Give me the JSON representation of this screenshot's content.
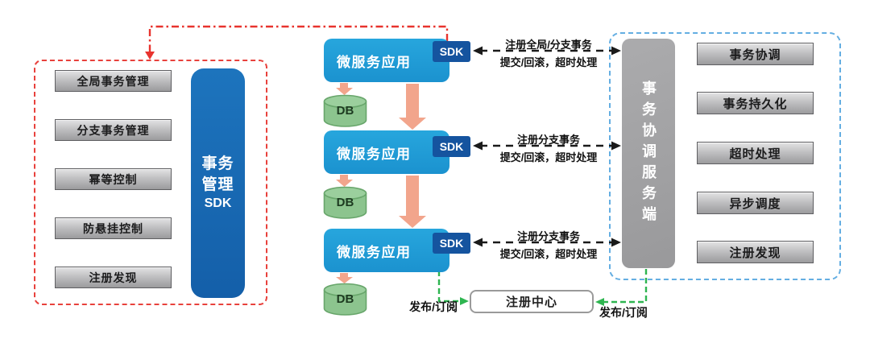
{
  "left_panel": {
    "modules": [
      "全局事务管理",
      "分支事务管理",
      "幂等控制",
      "防悬挂控制",
      "注册发现"
    ],
    "sdk": {
      "line1": "事务",
      "line2": "管理",
      "line3": "SDK"
    }
  },
  "middle": {
    "app_label": "微服务应用",
    "sdk_badge": "SDK",
    "db_label": "DB"
  },
  "right_panel": {
    "server_label": "事务协调服务端",
    "modules": [
      "事务协调",
      "事务持久化",
      "超时处理",
      "异步调度",
      "注册发现"
    ]
  },
  "links": {
    "arrow_global": {
      "line1": "注册全局/分支事务",
      "line2": "提交/回滚，超时处理"
    },
    "arrow_branch_1": {
      "line1": "注册分支事务",
      "line2": "提交/回滚，超时处理"
    },
    "arrow_branch_2": {
      "line1": "注册分支事务",
      "line2": "提交/回滚，超时处理"
    },
    "registry_label": "注册中心",
    "pubsub_left": "发布/订阅",
    "pubsub_right": "发布/订阅"
  },
  "colors": {
    "app_blue": "#1E9CD6",
    "sdk_badge_blue": "#15549F",
    "sdk_column_blue": "#145FA9",
    "server_gray": "#A0A0A2",
    "module_gray": "#BDBDBF",
    "red_dash": "#E8332E",
    "blue_dash": "#64AEE2",
    "green_dash": "#2EB550",
    "orange_arrow": "#F2A58C",
    "db_green": "#8CC48E"
  }
}
